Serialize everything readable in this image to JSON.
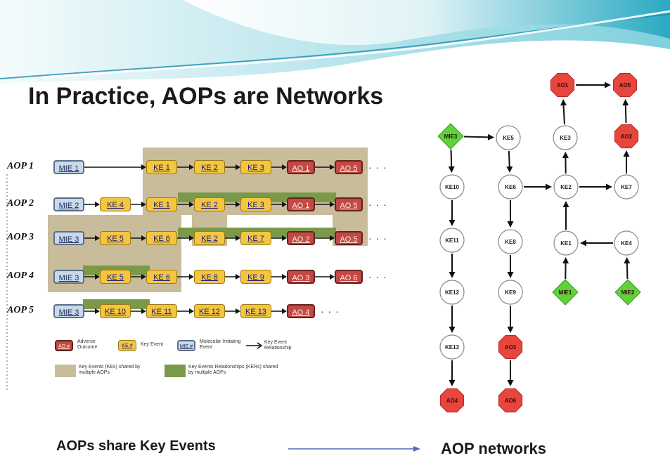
{
  "title": "In Practice, AOPs are Networks",
  "left_diagram": {
    "rows": [
      {
        "label": "AOP 1",
        "nodes": [
          {
            "text": "MIE 1",
            "type": "mie"
          },
          {
            "text": "KE 1",
            "type": "ke"
          },
          {
            "text": "KE 2",
            "type": "ke"
          },
          {
            "text": "KE 3",
            "type": "ke"
          },
          {
            "text": "AO 1",
            "type": "ao"
          },
          {
            "text": "AO 5",
            "type": "ao"
          }
        ]
      },
      {
        "label": "AOP 2",
        "nodes": [
          {
            "text": "MIE 2",
            "type": "mie"
          },
          {
            "text": "KE 4",
            "type": "ke"
          },
          {
            "text": "KE 1",
            "type": "ke"
          },
          {
            "text": "KE 2",
            "type": "ke"
          },
          {
            "text": "KE 3",
            "type": "ke"
          },
          {
            "text": "AO 1",
            "type": "ao"
          },
          {
            "text": "AO 5",
            "type": "ao"
          }
        ]
      },
      {
        "label": "AOP 3",
        "nodes": [
          {
            "text": "MIE 3",
            "type": "mie"
          },
          {
            "text": "KE 5",
            "type": "ke"
          },
          {
            "text": "KE 6",
            "type": "ke"
          },
          {
            "text": "KE 2",
            "type": "ke"
          },
          {
            "text": "KE 7",
            "type": "ke"
          },
          {
            "text": "AO 2",
            "type": "ao"
          },
          {
            "text": "AO 5",
            "type": "ao"
          }
        ]
      },
      {
        "label": "AOP 4",
        "nodes": [
          {
            "text": "MIE 3",
            "type": "mie"
          },
          {
            "text": "KE 5",
            "type": "ke"
          },
          {
            "text": "KE 6",
            "type": "ke"
          },
          {
            "text": "KE 8",
            "type": "ke"
          },
          {
            "text": "KE 9",
            "type": "ke"
          },
          {
            "text": "AO 3",
            "type": "ao"
          },
          {
            "text": "AO 6",
            "type": "ao"
          }
        ]
      },
      {
        "label": "AOP 5",
        "nodes": [
          {
            "text": "MIE 3",
            "type": "mie"
          },
          {
            "text": "KE 10",
            "type": "ke"
          },
          {
            "text": "KE 11",
            "type": "ke"
          },
          {
            "text": "KE 12",
            "type": "ke"
          },
          {
            "text": "KE 13",
            "type": "ke"
          },
          {
            "text": "AO 4",
            "type": "ao"
          }
        ]
      }
    ],
    "ellipsis": "· · ·",
    "legend": {
      "ao_box": "AO #",
      "ao_text": "Adverse Outcome",
      "ke_box": "KE #",
      "ke_text": "Key Event",
      "mie_box": "MIE #",
      "mie_text": "Molecular Initiating Event",
      "arrow_text": "Key Event Relationship",
      "shared_ke_text": "Key Events (KEs) shared by multiple AOPs",
      "shared_ker_text": "Key Events Relationships (KERs) shared by multiple AOPs"
    }
  },
  "network": {
    "nodes": [
      {
        "id": "AO1",
        "type": "ao"
      },
      {
        "id": "AO5",
        "type": "ao"
      },
      {
        "id": "MIE3",
        "type": "mie"
      },
      {
        "id": "KE5",
        "type": "ke"
      },
      {
        "id": "KE3",
        "type": "ke"
      },
      {
        "id": "AO2",
        "type": "ao"
      },
      {
        "id": "KE10",
        "type": "ke"
      },
      {
        "id": "KE6",
        "type": "ke"
      },
      {
        "id": "KE2",
        "type": "ke"
      },
      {
        "id": "KE7",
        "type": "ke"
      },
      {
        "id": "KE11",
        "type": "ke"
      },
      {
        "id": "KE8",
        "type": "ke"
      },
      {
        "id": "KE1",
        "type": "ke"
      },
      {
        "id": "KE4",
        "type": "ke"
      },
      {
        "id": "KE12",
        "type": "ke"
      },
      {
        "id": "KE9",
        "type": "ke"
      },
      {
        "id": "MIE1",
        "type": "mie"
      },
      {
        "id": "MIE2",
        "type": "mie"
      },
      {
        "id": "KE13",
        "type": "ke"
      },
      {
        "id": "AO3",
        "type": "ao"
      },
      {
        "id": "AO4",
        "type": "ao"
      },
      {
        "id": "AO6",
        "type": "ao"
      }
    ],
    "edges": [
      [
        "MIE3",
        "KE5"
      ],
      [
        "MIE3",
        "KE10"
      ],
      [
        "KE5",
        "KE6"
      ],
      [
        "KE6",
        "KE2"
      ],
      [
        "KE6",
        "KE8"
      ],
      [
        "KE2",
        "KE3"
      ],
      [
        "KE2",
        "KE7"
      ],
      [
        "KE3",
        "AO1"
      ],
      [
        "AO1",
        "AO5"
      ],
      [
        "KE7",
        "AO2"
      ],
      [
        "AO2",
        "AO5"
      ],
      [
        "KE1",
        "KE2"
      ],
      [
        "KE4",
        "KE1"
      ],
      [
        "MIE1",
        "KE1"
      ],
      [
        "MIE2",
        "KE4"
      ],
      [
        "KE10",
        "KE11"
      ],
      [
        "KE11",
        "KE12"
      ],
      [
        "KE12",
        "KE13"
      ],
      [
        "KE13",
        "AO4"
      ],
      [
        "KE8",
        "KE9"
      ],
      [
        "KE9",
        "AO3"
      ],
      [
        "AO3",
        "AO6"
      ]
    ]
  },
  "footer": {
    "left": "AOPs share Key Events",
    "right": "AOP  networks"
  },
  "colors": {
    "mie_fill": "#c9d9ea",
    "ke_fill": "#f4c53f",
    "ao_fill": "#c14a44",
    "shared_ke": "#c8bc9a",
    "shared_ker": "#7a9a4a",
    "net_ao": "#e8463c",
    "net_mie": "#5fd13a",
    "banner_teal": "#3fb7c9"
  }
}
